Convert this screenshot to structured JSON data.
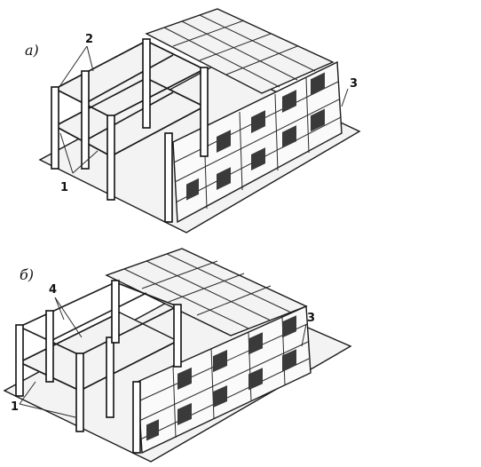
{
  "figure": {
    "panel_a": {
      "label": "а)",
      "callouts": [
        "1",
        "2",
        "3"
      ]
    },
    "panel_b": {
      "label": "б)",
      "callouts": [
        "1",
        "3",
        "4"
      ]
    }
  },
  "colors": {
    "ink": "#1a1a1a",
    "paper": "#ffffff",
    "window": "#3a3a3a"
  }
}
